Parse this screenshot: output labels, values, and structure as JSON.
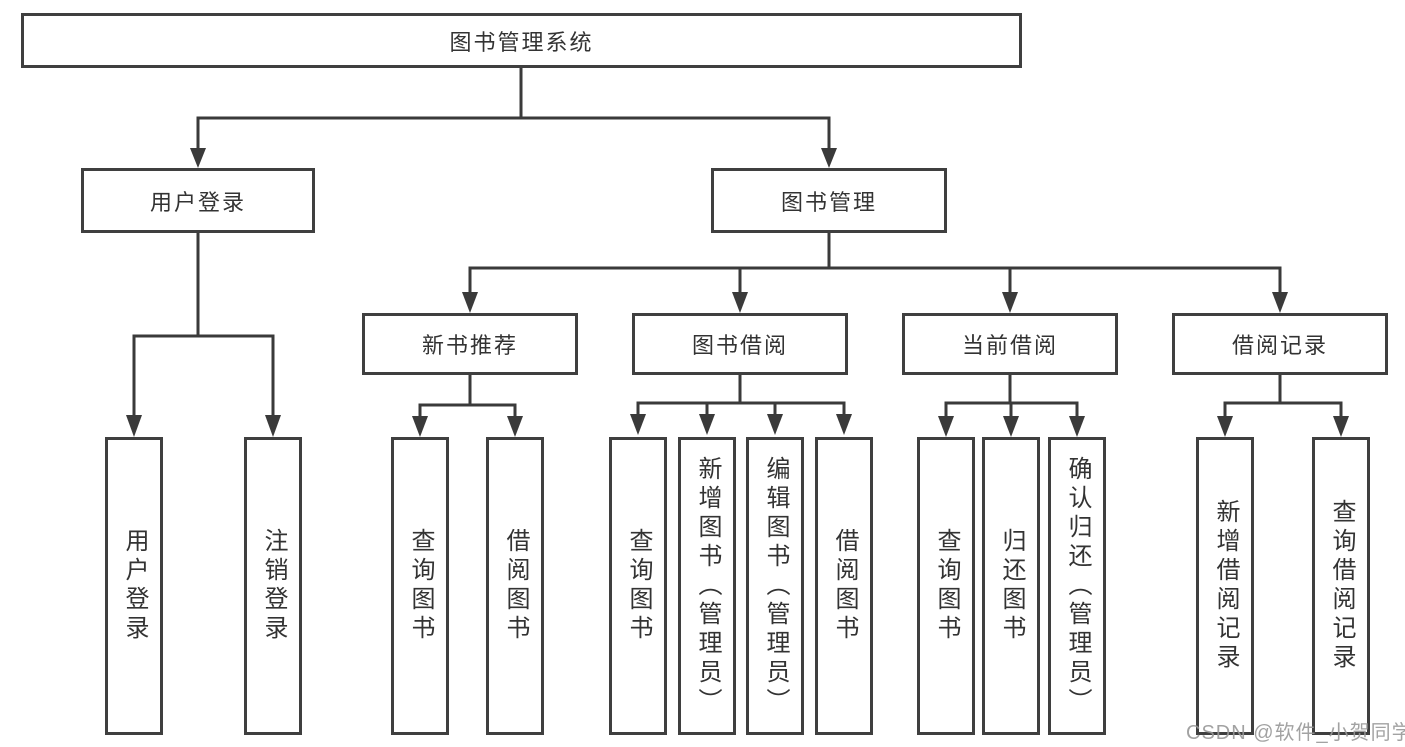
{
  "tree": {
    "label": "图书管理系统",
    "children": [
      {
        "label": "用户登录",
        "children": [
          {
            "label": "用户登录"
          },
          {
            "label": "注销登录"
          }
        ]
      },
      {
        "label": "图书管理",
        "children": [
          {
            "label": "新书推荐",
            "children": [
              {
                "label": "查询图书"
              },
              {
                "label": "借阅图书"
              }
            ]
          },
          {
            "label": "图书借阅",
            "children": [
              {
                "label": "查询图书"
              },
              {
                "label": "新增图书（管理员）"
              },
              {
                "label": "编辑图书（管理员）"
              },
              {
                "label": "借阅图书"
              }
            ]
          },
          {
            "label": "当前借阅",
            "children": [
              {
                "label": "查询图书"
              },
              {
                "label": "归还图书"
              },
              {
                "label": "确认归还（管理员）"
              }
            ]
          },
          {
            "label": "借阅记录",
            "children": [
              {
                "label": "新增借阅记录"
              },
              {
                "label": "查询借阅记录"
              }
            ]
          }
        ]
      }
    ]
  },
  "watermark": "CSDN @软件_小贺同学",
  "colors": {
    "line": "#3a3a3a",
    "box_border": "#3f3f3f",
    "text": "#333333",
    "watermark": "#989898",
    "background": "#ffffff"
  }
}
